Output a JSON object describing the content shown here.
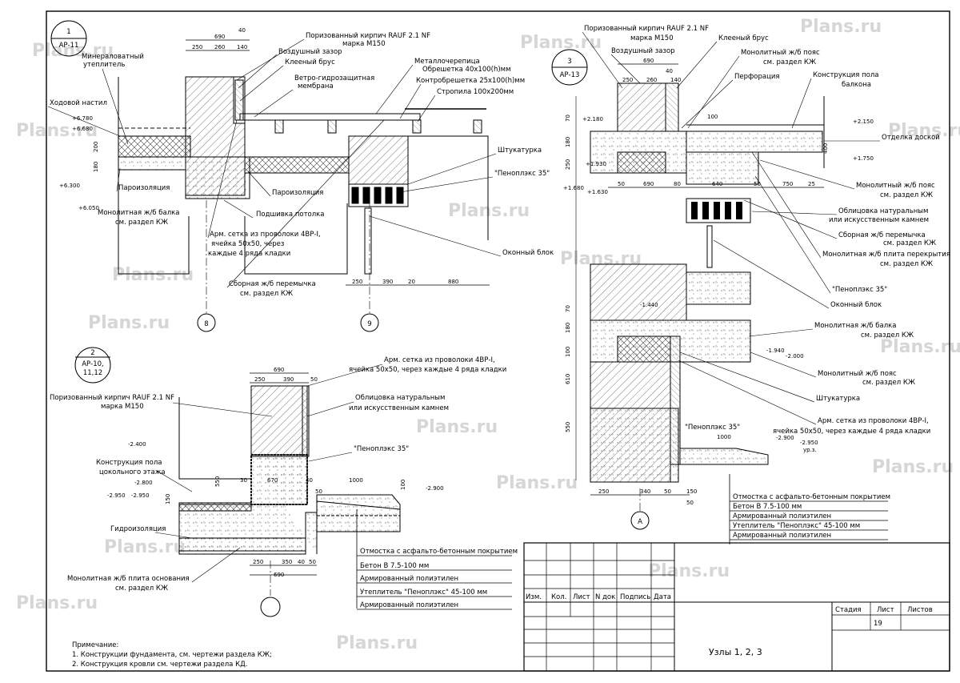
{
  "watermark": "Plans.ru",
  "colors": {
    "ink": "#000000",
    "hatch_masonry": "#555555",
    "hatch_concrete": "#777777",
    "watermark": "#d6d6d6"
  },
  "node1": {
    "number": "1",
    "ref": "АР-11",
    "dims_top": [
      "690",
      "250",
      "260",
      "40",
      "140"
    ],
    "dims_left": [
      "200",
      "180"
    ],
    "dims_bottom": [
      "250",
      "390",
      "20",
      "880"
    ],
    "axes": [
      "8",
      "9"
    ],
    "levels": [
      "+6.780",
      "+6.680",
      "+6.300",
      "+6.050"
    ],
    "labels": {
      "brick": "Поризованный кирпич RAUF 2.1 NF",
      "brick_grade": "марка М150",
      "air_gap": "Воздушный зазор",
      "glulam": "Клееный брус",
      "wind_membrane_1": "Ветро-гидрозащитная",
      "wind_membrane_2": "мембрана",
      "metal_tile": "Металлочерепица",
      "batten": "Обрешетка 40х100(h)мм",
      "counter_batten": "Контробрешетка 25х100(h)мм",
      "rafters": "Стропила 100х200мм",
      "mineral_1": "Минераловатный",
      "mineral_2": "утеплитель",
      "walkway": "Ходовой настил",
      "vapor_1": "Пароизоляция",
      "vapor_2": "Пароизоляция",
      "beam_1": "Монолитная ж/б балка",
      "beam_2": "см. раздел КЖ",
      "ceiling_lining": "Подшивка потолка",
      "mesh_1": "Арм. сетка из проволоки 4ВР-I,",
      "mesh_2": "ячейка 50х50, через",
      "mesh_3": "каждые 4 ряда кладки",
      "lintel_1": "Сборная ж/б перемычка",
      "lintel_2": "см. раздел КЖ",
      "plaster": "Штукатурка",
      "penoplex": "\"Пеноплэкс 35\"",
      "window": "Оконный блок"
    }
  },
  "node2": {
    "number": "2",
    "ref_1": "АР-10,",
    "ref_2": "11,12",
    "dims_top": [
      "690",
      "250",
      "390",
      "50"
    ],
    "dims_left": [
      "550",
      "150"
    ],
    "dims_mid": [
      "30",
      "670",
      "40",
      "50",
      "1000",
      "100"
    ],
    "dims_bottom": [
      "250",
      "350",
      "40",
      "50",
      "690"
    ],
    "levels": [
      "-2.400",
      "-2.800",
      "-2.950",
      "-2.950",
      "-2.900"
    ],
    "labels": {
      "mesh_1": "Арм. сетка из проволоки 4ВР-I,",
      "mesh_2": "ячейка 50х50, через каждые 4 ряда кладки",
      "brick": "Поризованный кирпич RAUF 2.1 NF",
      "brick_grade": "марка М150",
      "cladding_1": "Облицовка натуральным",
      "cladding_2": "или искусственным камнем",
      "penoplex": "\"Пеноплэкс 35\"",
      "floor_1": "Конструкция пола",
      "floor_2": "цокольного этажа",
      "waterproof": "Гидроизоляция",
      "slab_1": "Монолитная ж/б плита основания",
      "slab_2": "см. раздел КЖ"
    },
    "legend": [
      "Отмостка с асфальто-бетонным покрытием",
      "Бетон В 7.5-100 мм",
      "Армированный полиэтилен",
      "Утеплитель \"Пеноплэкс\" 45-100 мм",
      "Армированный полиэтилен"
    ]
  },
  "node3": {
    "number": "3",
    "ref": "АР-13",
    "dims_top": [
      "690",
      "250",
      "260",
      "40",
      "140"
    ],
    "dims_mid": [
      "50",
      "690",
      "80",
      "640",
      "50",
      "750",
      "25"
    ],
    "dims_left": [
      "70",
      "180",
      "250",
      "70",
      "180",
      "100",
      "610",
      "550"
    ],
    "dims_bottom": [
      "250",
      "340",
      "50",
      "150",
      "50"
    ],
    "dims_small": [
      "100",
      "400",
      "1000"
    ],
    "axis": "А",
    "levels": [
      "+2.180",
      "+1.930",
      "+1.680",
      "+1.630",
      "+2.150",
      "+1.750",
      "-1.440",
      "-1.940",
      "-2.000",
      "-2.900",
      "-2.950",
      "ур.з."
    ],
    "labels": {
      "brick": "Поризованный кирпич RAUF 2.1 NF",
      "brick_grade": "марка М150",
      "glulam": "Клееный брус",
      "air_gap": "Воздушный зазор",
      "belt_1": "Монолитный ж/б пояс",
      "belt_2": "см. раздел КЖ",
      "perforation": "Перфорация",
      "balcony_1": "Конструкция пола",
      "balcony_2": "балкона",
      "board": "Отделка доской",
      "belt2_1": "Монолитный ж/б пояс",
      "belt2_2": "см. раздел КЖ",
      "cladding_1": "Облицовка натуральным",
      "cladding_2": "или искусственным камнем",
      "lintel_1": "Сборная ж/б перемычка",
      "lintel_2": "см. раздел КЖ",
      "slab_1": "Монолитная ж/б плита перекрытия",
      "slab_2": "см. раздел КЖ",
      "penoplex_a": "\"Пеноплэкс 35\"",
      "window": "Оконный блок",
      "beam_1": "Монолитная ж/б балка",
      "beam_2": "см. раздел КЖ",
      "belt3_1": "Монолитный ж/б пояс",
      "belt3_2": "см. раздел КЖ",
      "plaster": "Штукатурка",
      "penoplex_b": "\"Пеноплэкс 35\"",
      "mesh_1": "Арм. сетка из проволоки 4ВР-I,",
      "mesh_2": "ячейка 50х50, через каждые 4 ряда кладки"
    },
    "legend": [
      "Отмостка с асфальто-бетонным покрытием",
      "Бетон В 7.5-100 мм",
      "Армированный полиэтилен",
      "Утеплитель \"Пеноплэкс\" 45-100 мм",
      "Армированный полиэтилен"
    ]
  },
  "notes": {
    "title": "Примечание:",
    "items": [
      "1. Конструкции фундамента, см. чертежи раздела КЖ;",
      "2. Конструкция кровли см. чертежи раздела КД."
    ]
  },
  "title_block": {
    "columns": [
      "Изм.",
      "Кол.",
      "Лист",
      "N док",
      "Подпись",
      "Дата"
    ],
    "stage_header": "Стадия",
    "sheet_header": "Лист",
    "sheets_header": "Листов",
    "sheet_number": "19",
    "drawing_title": "Узлы 1, 2, 3"
  }
}
